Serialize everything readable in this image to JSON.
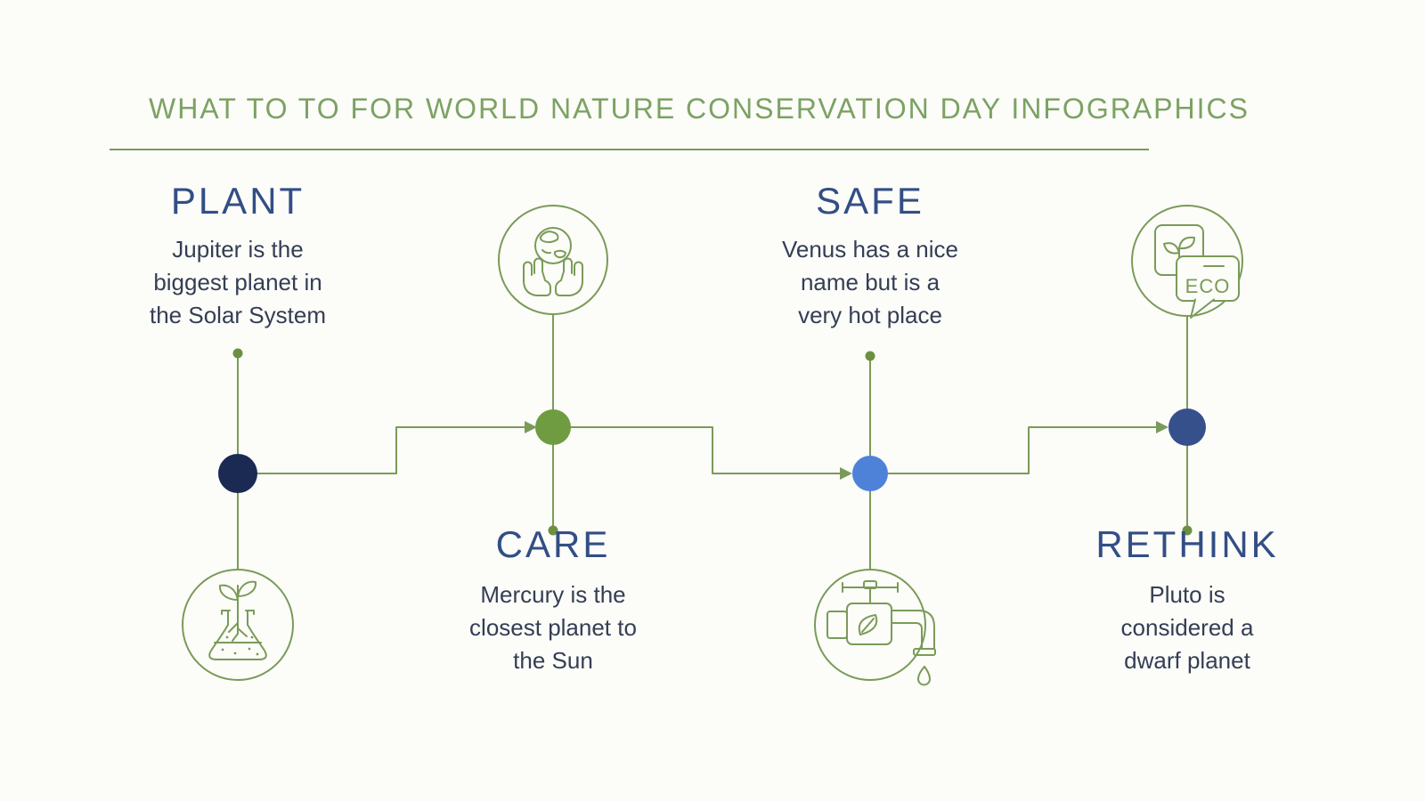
{
  "header": {
    "title": "WHAT TO TO FOR WORLD NATURE CONSERVATION DAY INFOGRAPHICS"
  },
  "sections": [
    {
      "id": "plant",
      "heading": "PLANT",
      "body_lines": [
        "Jupiter is the",
        "biggest planet in",
        "the Solar System"
      ],
      "icon": "flask-plant-icon",
      "node_color": "#1b2a52"
    },
    {
      "id": "care",
      "heading": "CARE",
      "body_lines": [
        "Mercury is the",
        "closest planet to",
        "the Sun"
      ],
      "icon": "hands-globe-icon",
      "node_color": "#6f9c40"
    },
    {
      "id": "safe",
      "heading": "SAFE",
      "body_lines": [
        "Venus has a nice",
        "name but is a",
        "very hot place"
      ],
      "icon": "water-tap-icon",
      "node_color": "#4d82d8"
    },
    {
      "id": "rethink",
      "heading": "RETHINK",
      "body_lines": [
        "Pluto is",
        "considered a",
        "dwarf planet"
      ],
      "icon": "eco-speech-icon",
      "node_color": "#36508c"
    }
  ],
  "icons": {
    "eco_label": "ECO"
  },
  "colors": {
    "line_green": "#7a9b58",
    "title_green": "#7ca263",
    "heading_navy": "#334e85",
    "body_text": "#343e54"
  }
}
